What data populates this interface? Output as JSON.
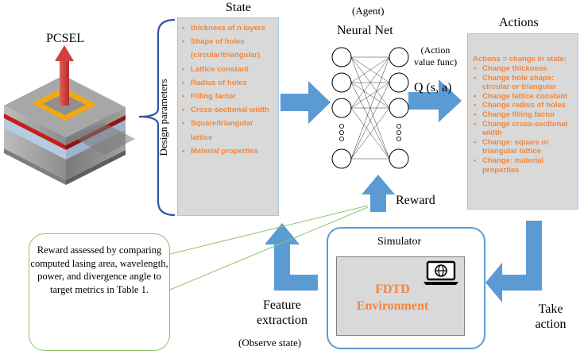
{
  "pcsel": {
    "label": "PCSEL"
  },
  "state": {
    "title": "State",
    "axis_label": "Design parameters",
    "items": [
      "thickness of n layers",
      "Shape of holes (circular/triangular)",
      "Lattice constant",
      "Radius of holes",
      "Filling factor",
      "Cross-sectional width",
      "Square/triangular lattice",
      "Material properties"
    ]
  },
  "agent": {
    "tag": "(Agent)",
    "title": "Neural Net",
    "action_value": "(Action value func)",
    "q_func": "Q (s, a)"
  },
  "actions": {
    "title": "Actions",
    "header": "Actions = change in state:",
    "items": [
      "Change thickness",
      "Change hole shape: circular or triangular",
      "Change lattice constant",
      "Change radius of holes",
      "Change filling factor",
      "Change cross-sectional width",
      "Change: square or triangular lattice",
      "Change: material properties"
    ]
  },
  "reward": {
    "label": "Reward"
  },
  "callout": {
    "text": "Reward assessed by comparing computed lasing area, wavelength, power, and divergence angle to target metrics in Table 1."
  },
  "feature": {
    "line1": "Feature",
    "line2": "extraction",
    "observe": "(Observe state)"
  },
  "simulator": {
    "title": "Simulator",
    "env_line1": "FDTD",
    "env_line2": "Environment"
  },
  "take_action": {
    "line1": "Take",
    "line2": "action"
  },
  "colors": {
    "arrow": "#5b9bd5",
    "orange_text": "#f0873c",
    "box_fill": "#d9d9d9",
    "callout_border": "#8ec46a"
  }
}
